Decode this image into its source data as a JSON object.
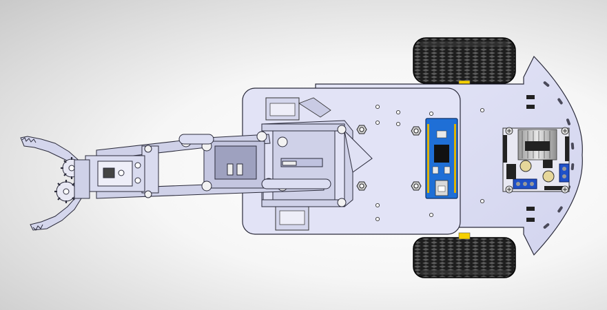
{
  "scene": {
    "background": "#f4f4f4",
    "plate_color": "#dfe1f6",
    "plate_stroke": "#2a2a3a",
    "bracket_color": "#cfd1e8",
    "tire_color": "#1d1d1d",
    "hub_color": "#f5d000",
    "board_color": "#1f6fd6",
    "terminal_color": "#1f50c8",
    "heatsink_color": "#c8c8c8"
  },
  "parts": {
    "chassis_plate": "chassis-plate",
    "upper_deck": "upper-deck",
    "front_wheel_top": "tire",
    "front_wheel_bottom": "tire",
    "microcontroller": "arduino-nano",
    "motor_driver": "l298n-driver",
    "robot_arm": "robot-arm",
    "gripper": "gripper-claw",
    "servo": "servo-motor"
  }
}
